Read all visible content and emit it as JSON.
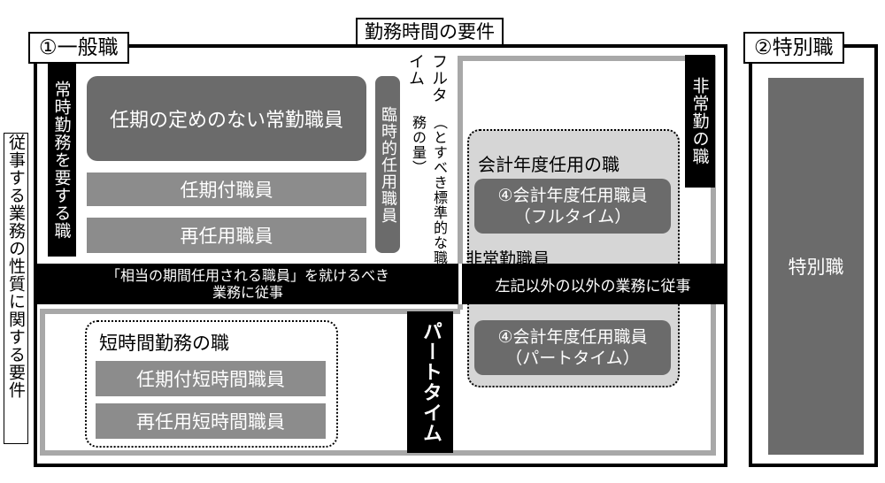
{
  "header": {
    "top_label": "勤務時間の要件",
    "side_label": "従事する業務の性質に関する要件"
  },
  "general": {
    "title": "①一般職",
    "full_time_col": "常時勤務を要する職",
    "full_time_col_side": "臨時的任用職員",
    "box_main": "任期の定めのない常勤職員",
    "bar_fixed_term": "任期付職員",
    "bar_reappointed": "再任用職員",
    "band_left_line1": "「相当の期間任用される職員」を就けるべき",
    "band_left_line2": "業務に従事",
    "band_right": "左記以外の以外の業務に従事",
    "short_time_title": "短時間勤務の職",
    "short_fixed_term": "任期付短時間職員",
    "short_reappointed": "再任用短時間職員",
    "full_time_axis": "フルタイム",
    "full_time_axis_note": "（とすべき標準的な職務の量）",
    "part_time_axis": "パートタイム",
    "nonregular_col": "非常勤の職",
    "fiscal_title": "会計年度任用の職",
    "fiscal_full_line1": "④会計年度任用職員",
    "fiscal_full_line2": "（フルタイム）",
    "nonregular_staff": "非常勤職員",
    "fiscal_part_line1": "④会計年度任用職員",
    "fiscal_part_line2": "（パートタイム）"
  },
  "special": {
    "title": "②特別職",
    "box": "特別職"
  },
  "colors": {
    "dark_gray": "#6b6b6b",
    "mid_gray": "#8c8c8c",
    "light_gray": "#d6d6d6",
    "outline_gray": "#a8a8a8",
    "black": "#000000"
  }
}
